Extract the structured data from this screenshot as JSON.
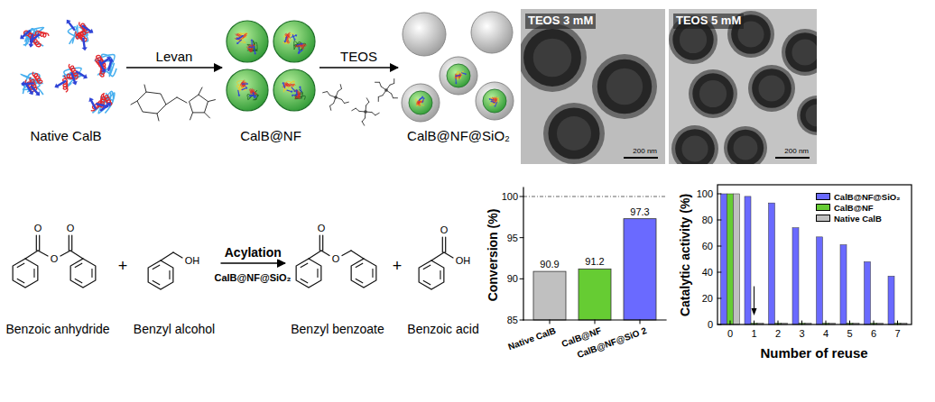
{
  "diagram": {
    "nodes": [
      {
        "text": [
          "Native CalB"
        ]
      },
      {
        "text": [
          "CalB@NF"
        ]
      },
      {
        "text": [
          "CalB@NF@SiO₂"
        ]
      },
      {
        "text": [
          "TEOS 3 mM",
          "200 nm"
        ]
      },
      {
        "text": [
          "TEOS 5 mM",
          "200 nm"
        ]
      },
      {
        "text": [
          "Benzoic anhydride"
        ]
      },
      {
        "text": [
          "Benzyl alcohol"
        ]
      },
      {
        "text": [
          "Benzyl benzoate"
        ]
      },
      {
        "text": [
          "Benzoic acid"
        ]
      }
    ],
    "edges": [
      {
        "from": 0,
        "to": 1,
        "arrow": "to",
        "label": "Levan"
      },
      {
        "from": 1,
        "to": 2,
        "arrow": "to",
        "label": "TEOS"
      },
      {
        "from": 6,
        "to": 7,
        "arrow": "to",
        "label": "Acylation"
      }
    ],
    "labels": [
      "O",
      "O",
      "O",
      "+",
      "OH",
      "CalB@NF@SiO₂",
      "O",
      "O",
      "+",
      "O",
      "OH",
      "Conversion (%)",
      "100",
      "95",
      "90",
      "85",
      "90.9",
      "91.2",
      "97.3",
      "Native CalB",
      "CalB@NF",
      "CalB@NF@SiO 2",
      "Catalytic activity (%)",
      "100",
      "80",
      "60",
      "40",
      "20",
      "0",
      "0",
      "1",
      "2",
      "3",
      "4",
      "5",
      "6",
      "7",
      "Number of reuse"
    ],
    "legend": [
      {
        "text": "CalB@NF@SiO₂",
        "color": "#6a6aff"
      },
      {
        "text": "CalB@NF",
        "color": "#66cc33"
      },
      {
        "text": "Native CalB",
        "color": "#c0c0c0"
      }
    ]
  }
}
